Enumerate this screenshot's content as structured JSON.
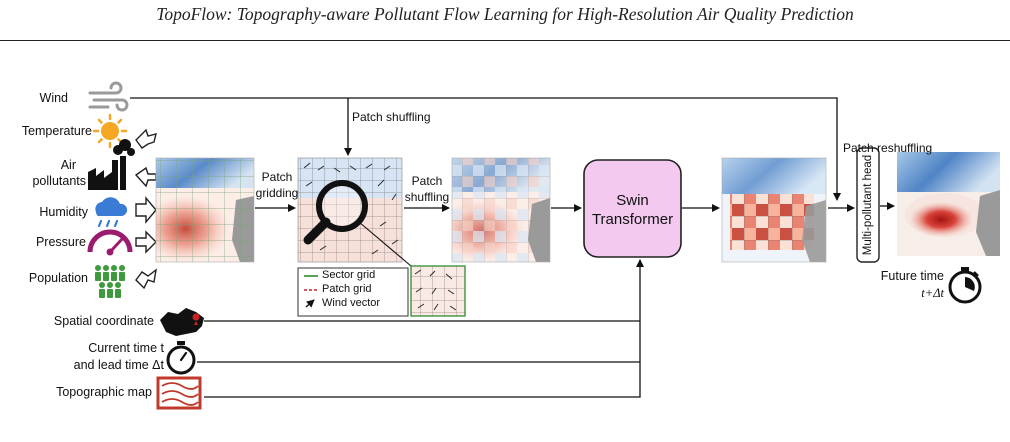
{
  "header": {
    "title": "TopoFlow: Topography-aware Pollutant Flow Learning for High-Resolution Air Quality Prediction"
  },
  "inputs": [
    {
      "label": "Wind",
      "icon": "wind-icon"
    },
    {
      "label": "Temperature",
      "icon": "sun-icon"
    },
    {
      "label_line1": "Air",
      "label_line2": "pollutants",
      "icon": "factory-icon"
    },
    {
      "label": "Humidity",
      "icon": "rain-cloud-icon"
    },
    {
      "label": "Pressure",
      "icon": "gauge-icon"
    },
    {
      "label": "Population",
      "icon": "people-icon"
    }
  ],
  "conditions": {
    "spatial": "Spatial coordinate",
    "time_line1": "Current time t",
    "time_line2": "and lead time Δt",
    "topo": "Topographic map"
  },
  "steps": {
    "patch_gridding_line1": "Patch",
    "patch_gridding_line2": "gridding",
    "patch_shuffling_top": "Patch shuffling",
    "patch_shuffling_line1": "Patch",
    "patch_shuffling_line2": "shuffling",
    "patch_reshuffling": "Patch reshuffling"
  },
  "legend": {
    "sector_grid": "Sector grid",
    "patch_grid": "Patch grid",
    "wind_vector": "Wind vector"
  },
  "model": {
    "line1": "Swin",
    "line2": "Transformer"
  },
  "head": {
    "label": "Multi-pollutant head"
  },
  "output": {
    "line1": "Future time",
    "line2": "t+Δt"
  },
  "colors": {
    "swin_fill": "#f3c9f0",
    "map_red": "#d04a3a",
    "map_blue": "#3a78c0",
    "topo_red": "#c0392b",
    "legend_green": "#2e8b2e",
    "legend_red": "#cc2222",
    "sun": "#f5a623",
    "people": "#3d9a3d",
    "cloud": "#3a7bd5",
    "gauge": "#9b1b6e"
  }
}
